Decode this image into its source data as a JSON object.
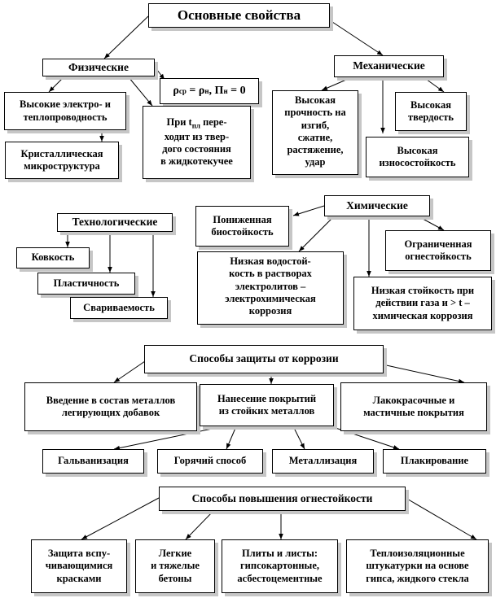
{
  "diagram": {
    "title": "Основные свойства",
    "physical": {
      "header": "Физические",
      "conductivity": "Высокие электро- и\nтеплопроводность",
      "microstructure": "Кристаллическая\nмикроструктура",
      "formula": {
        "rho": "ρ",
        "sub_sr": "ср",
        "eq": " = ρ",
        "sub_n1": "н",
        "comma": ", П",
        "sub_n2": "н",
        "tail": " = 0"
      },
      "melting": {
        "l1": "При t",
        "sub": "пл",
        "l1b": " пере-",
        "rest": "ходит из твер-\nдого состояния\nв жидкотекучее"
      }
    },
    "mechanical": {
      "header": "Механические",
      "strength": "Высокая\nпрочность на\nизгиб,\nсжатие,\nрастяжение,\nудар",
      "hardness": "Высокая\nтвердость",
      "wear": "Высокая\nизносостойкость"
    },
    "chemical": {
      "header": "Химические",
      "bio": "Пониженная\nбиостойкость",
      "fire_limited": "Ограниченная\nогнестойкость",
      "electrochem": "Низкая водостой-\nкость в растворах\nэлектролитов –\nэлектрохимическая\nкоррозия",
      "gas": "Низкая стойкость при\nдействии газа и > t –\nхимическая коррозия"
    },
    "technological": {
      "header": "Технологические",
      "items": [
        "Ковкость",
        "Пластичность",
        "Свариваемость"
      ]
    },
    "corrosion": {
      "header": "Способы защиты от коррозии",
      "alloying": "Введение в состав металлов\nлегирующих добавок",
      "coatings": "Нанесение покрытий\nиз стойких металлов",
      "paints": "Лакокрасочные и\nмастичные покрытия",
      "methods": [
        "Гальванизация",
        "Горячий способ",
        "Металлизация",
        "Плакирование"
      ]
    },
    "fire": {
      "header": "Способы повышения огнестойкости",
      "items": [
        "Защита вспу-\nчивающимися\nкрасками",
        "Легкие\nи тяжелые\nбетоны",
        "Плиты и листы:\nгипсокартонные,\nасбестоцементные",
        "Теплоизоляционные\nштукатурки на основе\nгипса, жидкого стекла"
      ]
    }
  }
}
